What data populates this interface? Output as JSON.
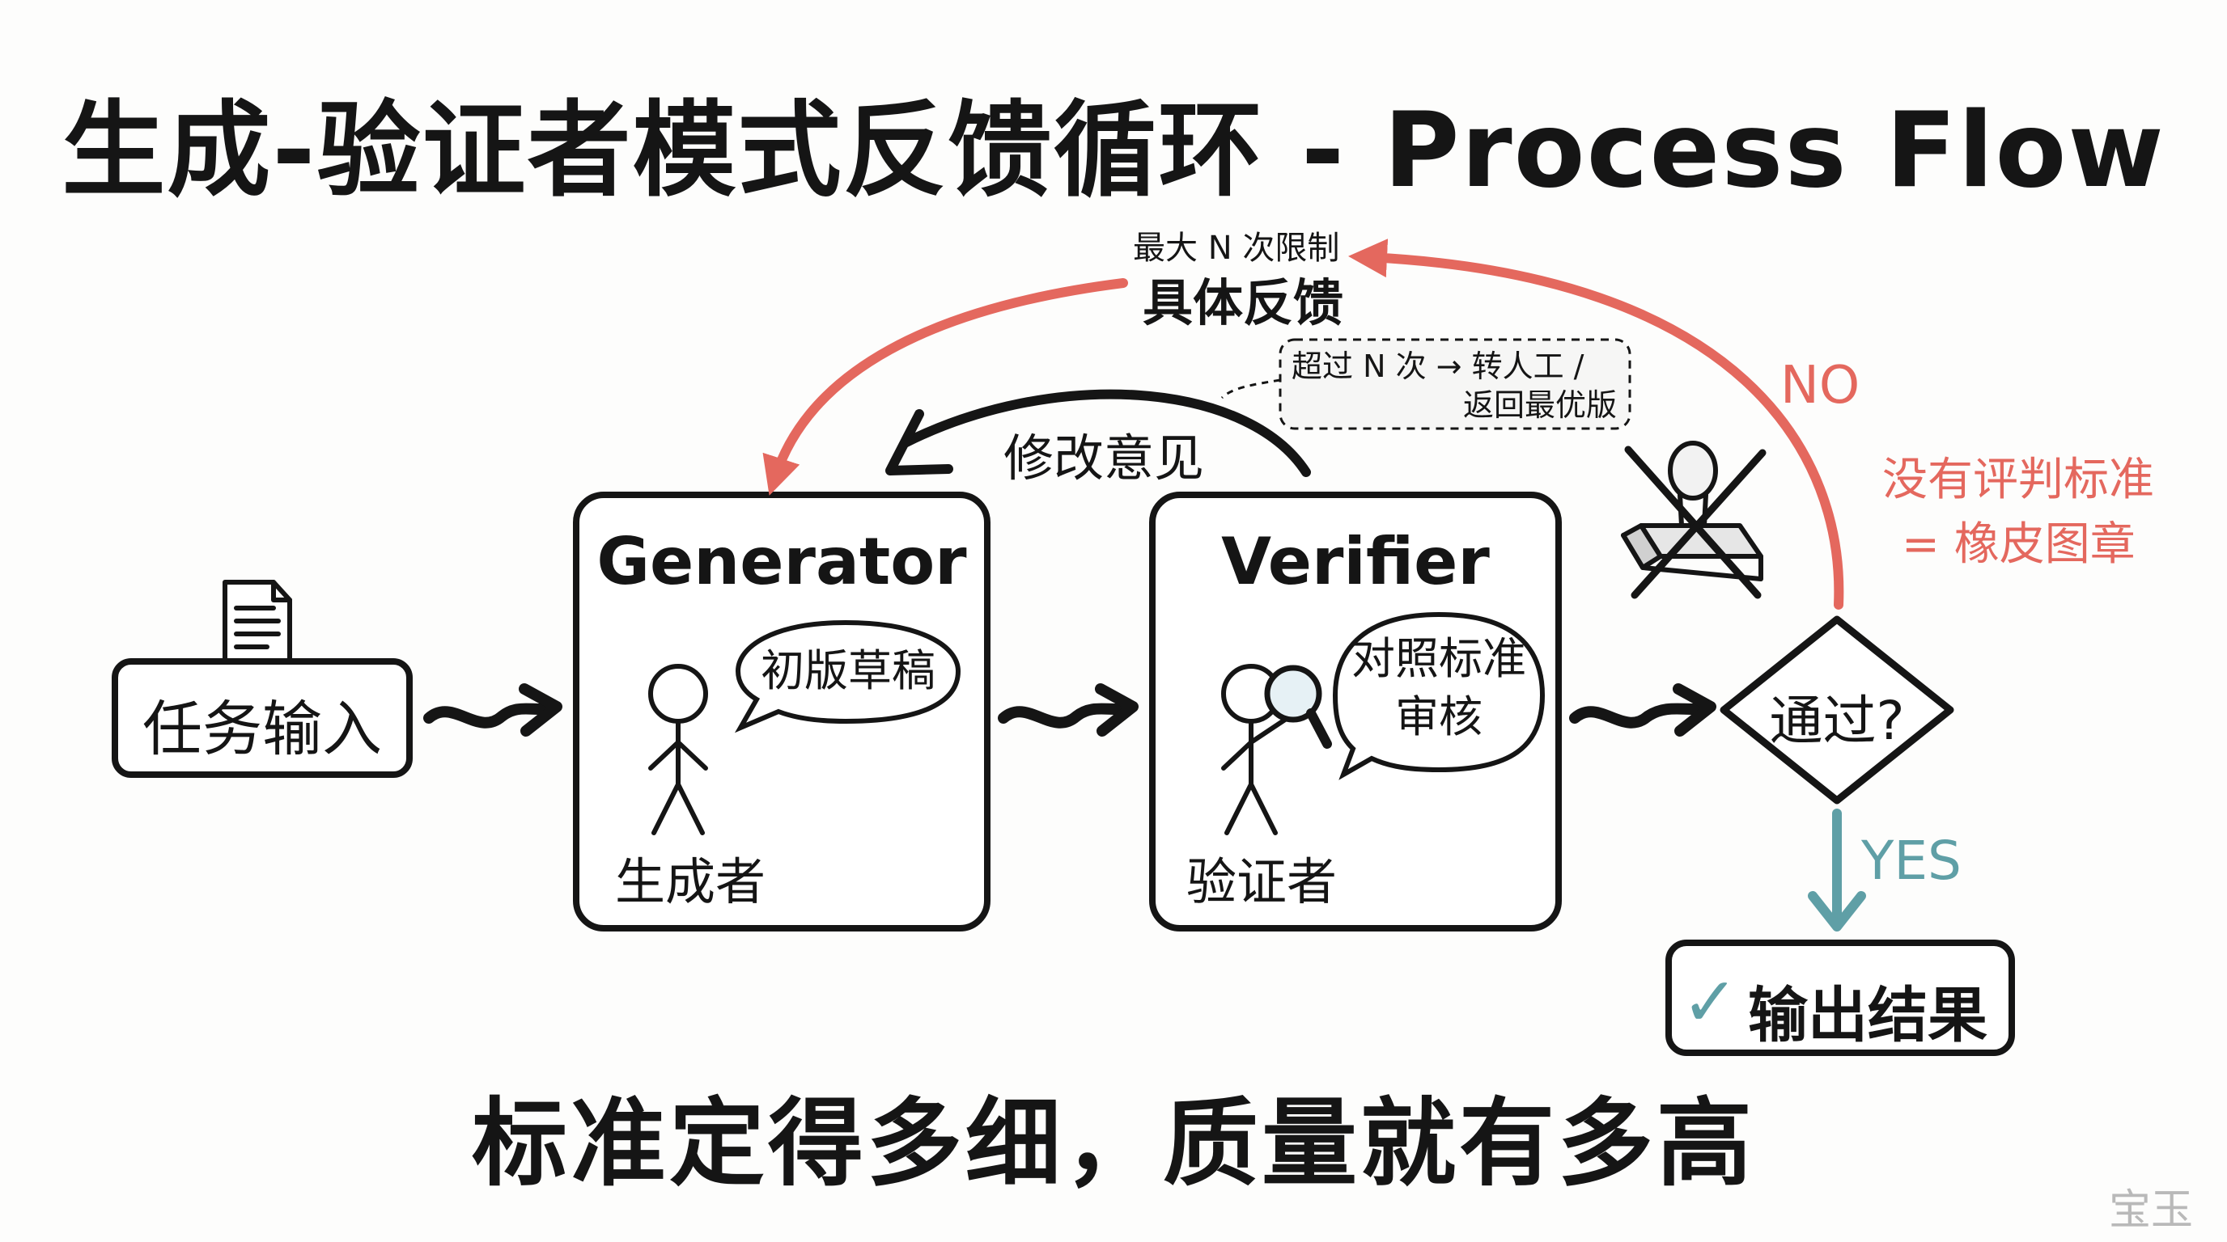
{
  "title": "生成-验证者模式反馈循环 - Process Flow",
  "footer": "标准定得多细，质量就有多高",
  "watermark": "宝玉",
  "colors": {
    "ink": "#151515",
    "feedback_red": "#e4685e",
    "yes_teal": "#5f9fa6",
    "background": "#fdfdfc"
  },
  "input": {
    "label": "任务输入",
    "icon": "document-icon"
  },
  "generator": {
    "title": "Generator",
    "role": "生成者",
    "bubble": "初版草稿",
    "icon": "stick-figure-icon"
  },
  "verifier": {
    "title": "Verifier",
    "role": "验证者",
    "bubble_line1": "对照标准",
    "bubble_line2": "审核",
    "icon": "magnifier-icon"
  },
  "decision": {
    "label": "通过?"
  },
  "loop": {
    "inner_label": "修改意见",
    "outer_small": "最大 N 次限制",
    "outer_main": "具体反馈",
    "escalation_line1": "超过 N 次 → 转人工 /",
    "escalation_line2": "返回最优版"
  },
  "no_branch": {
    "label": "NO",
    "note_line1": "没有评判标准",
    "note_line2": "= 橡皮图章",
    "icon": "crossed-rubber-stamp-icon"
  },
  "yes_branch": {
    "label": "YES"
  },
  "output": {
    "label": "输出结果",
    "check": "✓"
  }
}
